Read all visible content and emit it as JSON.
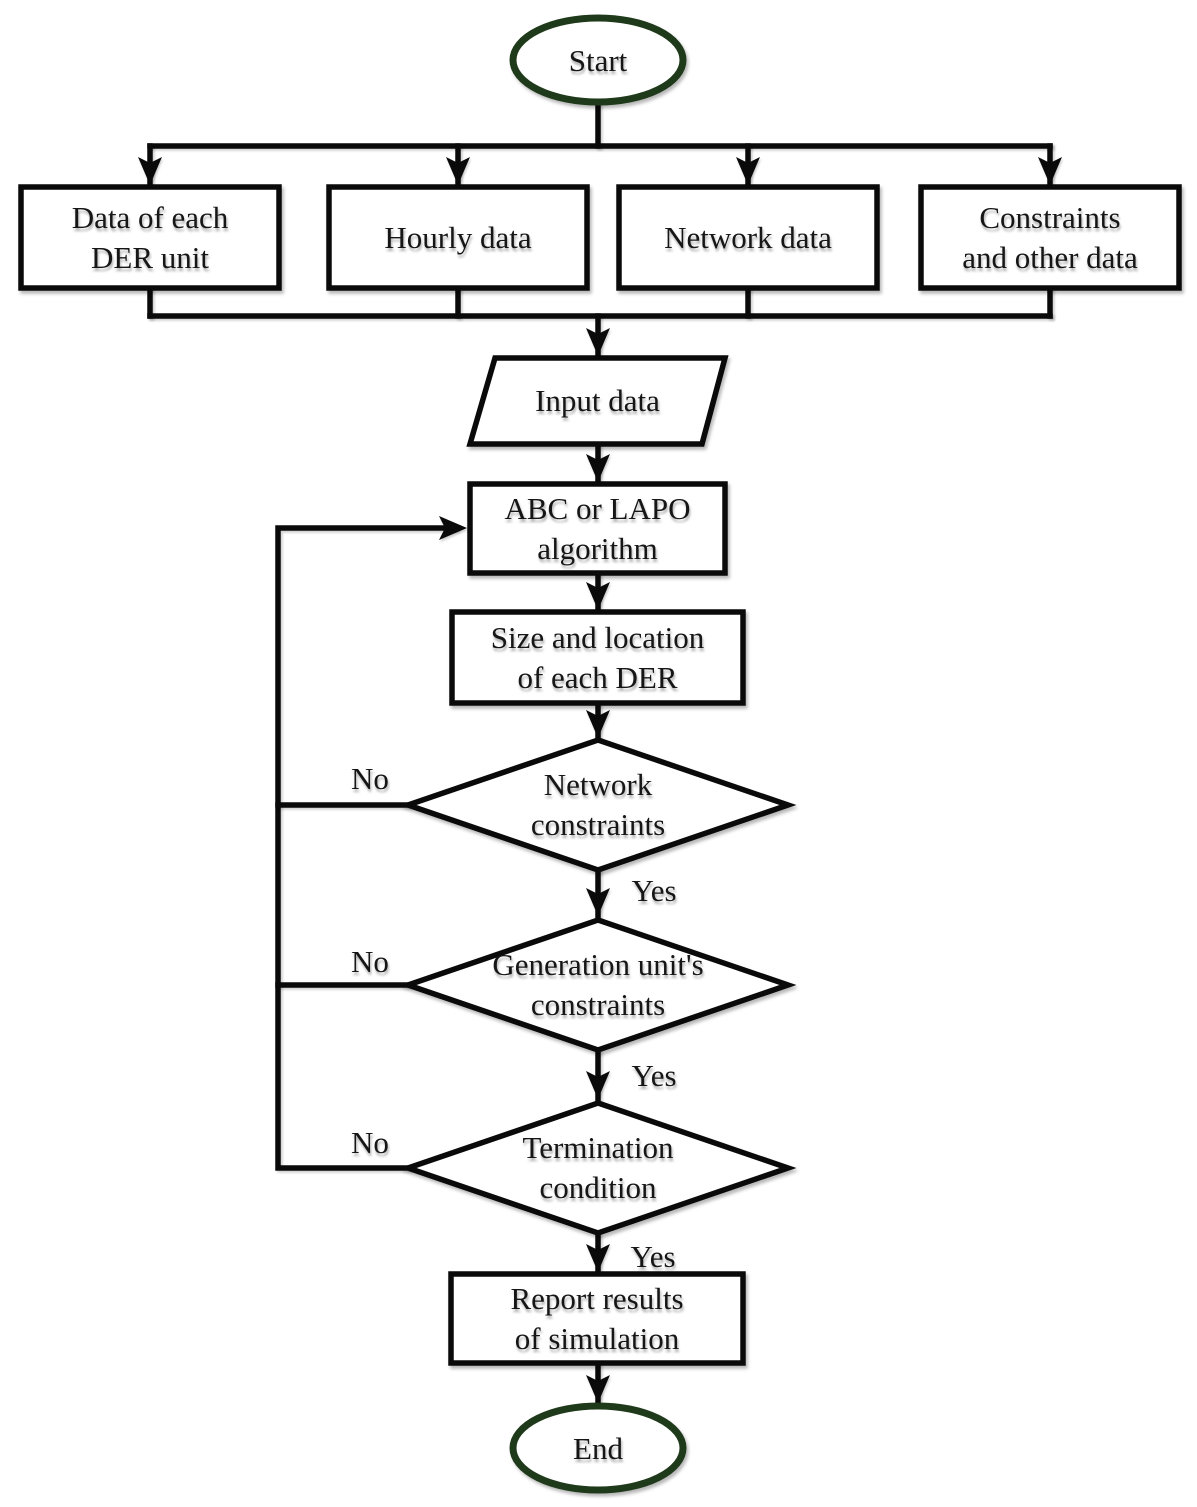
{
  "diagram": {
    "type": "flowchart",
    "background": "#ffffff",
    "colors": {
      "line": "#0a0a0a",
      "terminator_border": "#1f3a1a",
      "shape_fill": "#ffffff",
      "text": "#161616"
    },
    "nodes": {
      "start": {
        "label": "Start",
        "shape": "ellipse"
      },
      "der_data": {
        "label": "Data of each\nDER unit",
        "shape": "rectangle"
      },
      "hourly_data": {
        "label": "Hourly data",
        "shape": "rectangle"
      },
      "network_data": {
        "label": "Network data",
        "shape": "rectangle"
      },
      "constraints_data": {
        "label": "Constraints\nand other data",
        "shape": "rectangle"
      },
      "input_data": {
        "label": "Input data",
        "shape": "parallelogram"
      },
      "algorithm": {
        "label": "ABC or LAPO\nalgorithm",
        "shape": "rectangle"
      },
      "size_location": {
        "label": "Size and location\nof each DER",
        "shape": "rectangle"
      },
      "network_constraints": {
        "label": "Network\nconstraints",
        "shape": "diamond"
      },
      "generation_constraints": {
        "label": "Generation unit's\nconstraints",
        "shape": "diamond"
      },
      "termination_condition": {
        "label": "Termination\ncondition",
        "shape": "diamond"
      },
      "report_results": {
        "label": "Report results\nof simulation",
        "shape": "rectangle"
      },
      "end": {
        "label": "End",
        "shape": "ellipse"
      }
    },
    "edge_labels": {
      "network_constraints_no": "No",
      "network_constraints_yes": "Yes",
      "generation_constraints_no": "No",
      "generation_constraints_yes": "Yes",
      "termination_condition_no": "No",
      "termination_condition_yes": "Yes"
    }
  }
}
